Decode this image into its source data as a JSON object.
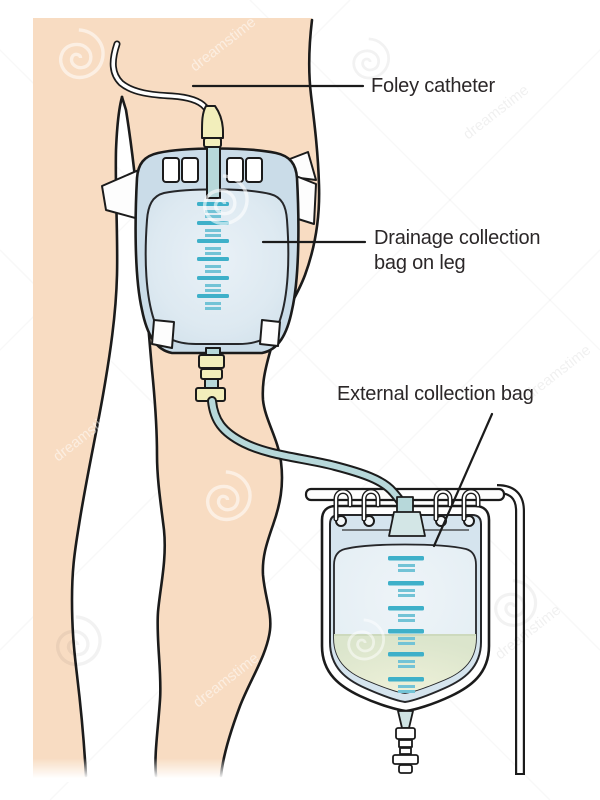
{
  "figure": {
    "type": "medical-illustration",
    "subject": "Urinary drainage system: Foley catheter connected to a leg-worn drainage bag and an external collection bag hanging on a stand"
  },
  "labels": {
    "foley": "Foley catheter",
    "leg_bag": "Drainage collection bag on leg",
    "external_bag": "External collection bag"
  },
  "watermark": {
    "text": "dreamstime"
  },
  "colors": {
    "skin": "#f8dcc2",
    "outline": "#1b1b1b",
    "leg_bag_outer": "#cadce8",
    "leg_bag_inner": "#dde9f1",
    "scale_mark_long": "#3eb0c9",
    "scale_mark_short": "#72c3d6",
    "tubing": "#b7d8da",
    "connector_yellow": "#f2eebb",
    "external_bag_film": "#d5e4ee",
    "external_bag_chamber": "#e9f1f6",
    "fluid_green": "#e2eacf",
    "label_text": "#2b2728"
  },
  "leg_bag": {
    "graduation_groups": 6
  },
  "external_bag": {
    "graduation_groups": 6,
    "fluid_fill": "lower portion filled with pale green fluid"
  }
}
